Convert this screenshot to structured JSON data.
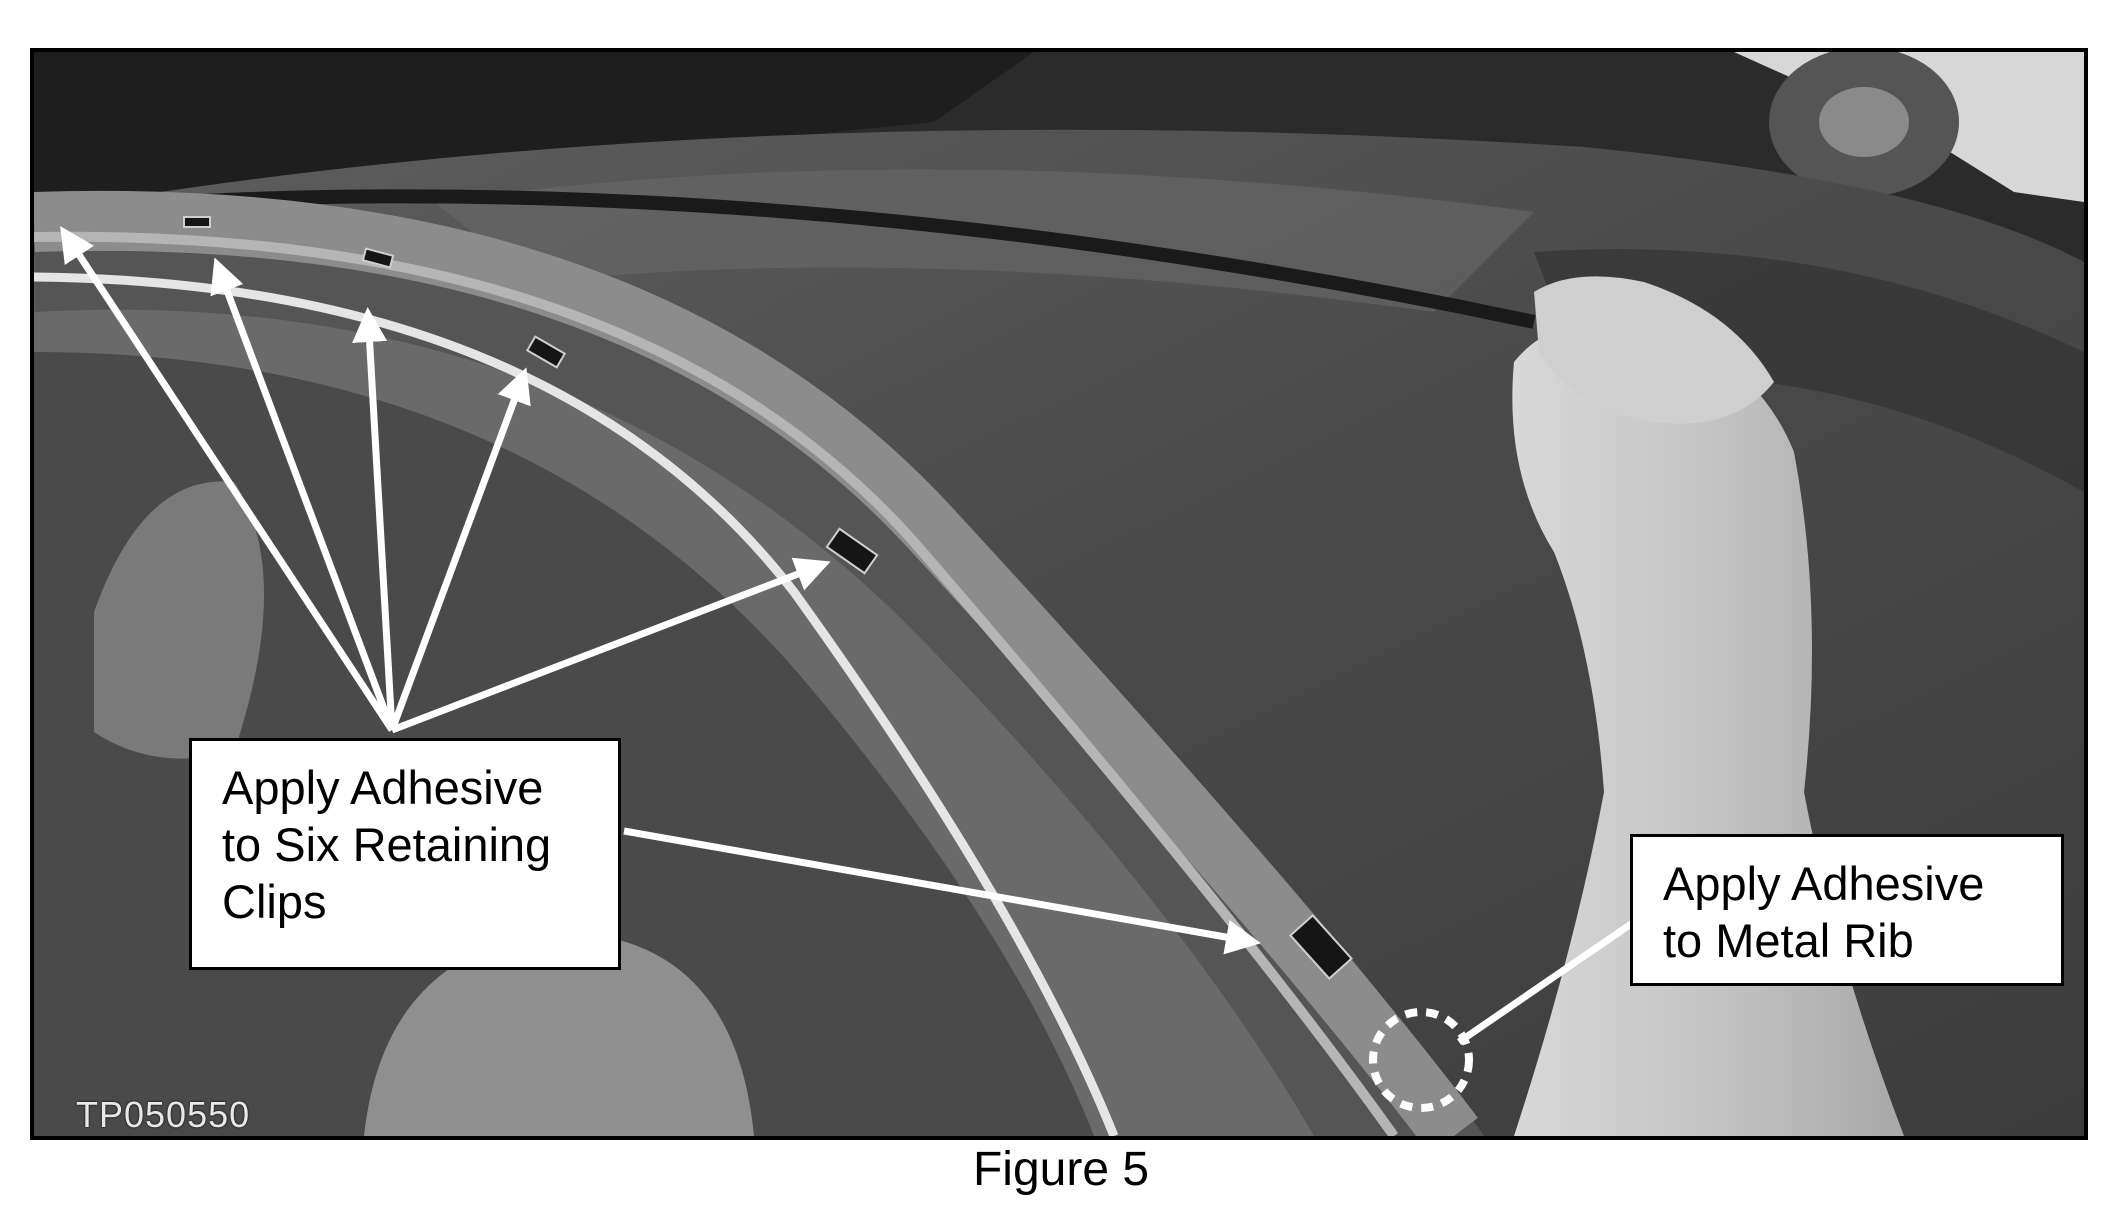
{
  "figure": {
    "callouts": {
      "clips_lines": [
        "Apply Adhesive",
        "to Six Retaining",
        "Clips"
      ],
      "rib_lines": [
        "Apply Adhesive",
        "to Metal Rib"
      ]
    },
    "image_id": "TP050550",
    "caption": "Figure 5",
    "colors": {
      "frame": "#000000",
      "arrow": "#ffffff",
      "callout_bg": "#ffffff",
      "text": "#000000"
    }
  }
}
